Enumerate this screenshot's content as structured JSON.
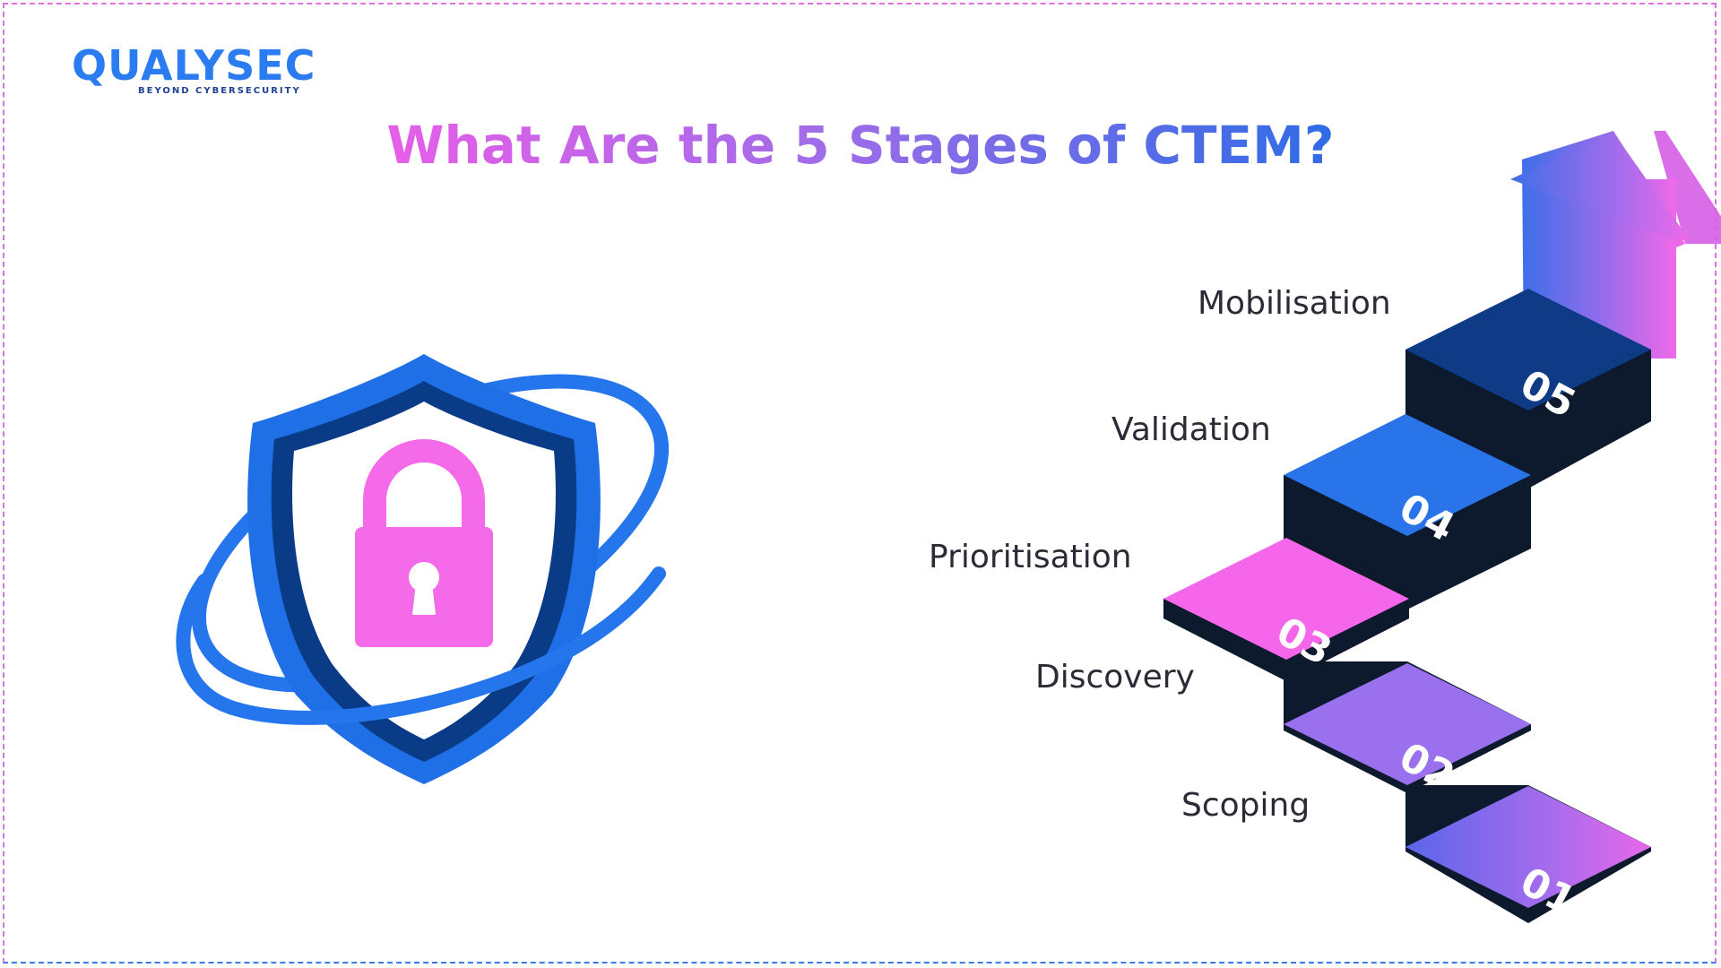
{
  "brand": {
    "name": "QUALYSEC",
    "tagline": "BEYOND CYBERSECURITY"
  },
  "title": "What Are the 5 Stages of CTEM?",
  "illustration": {
    "icon": "shield-lock-icon",
    "colors": {
      "shield": "#1f6fe6",
      "shield_dark": "#0a3b86",
      "lock": "#f56ae8"
    }
  },
  "stages": [
    {
      "number": "01",
      "label": "Scoping",
      "color": "#8a6cf0"
    },
    {
      "number": "02",
      "label": "Discovery",
      "color": "#9a70ee"
    },
    {
      "number": "03",
      "label": "Prioritisation",
      "color": "#f566ea"
    },
    {
      "number": "04",
      "label": "Validation",
      "color": "#2a74ea"
    },
    {
      "number": "05",
      "label": "Mobilisation",
      "color": "#0e3a86"
    }
  ],
  "colors": {
    "accent_pink": "#e65ee8",
    "accent_blue": "#2e6ce6",
    "step_side": "#0d1a2e",
    "text": "#2b2b36"
  }
}
